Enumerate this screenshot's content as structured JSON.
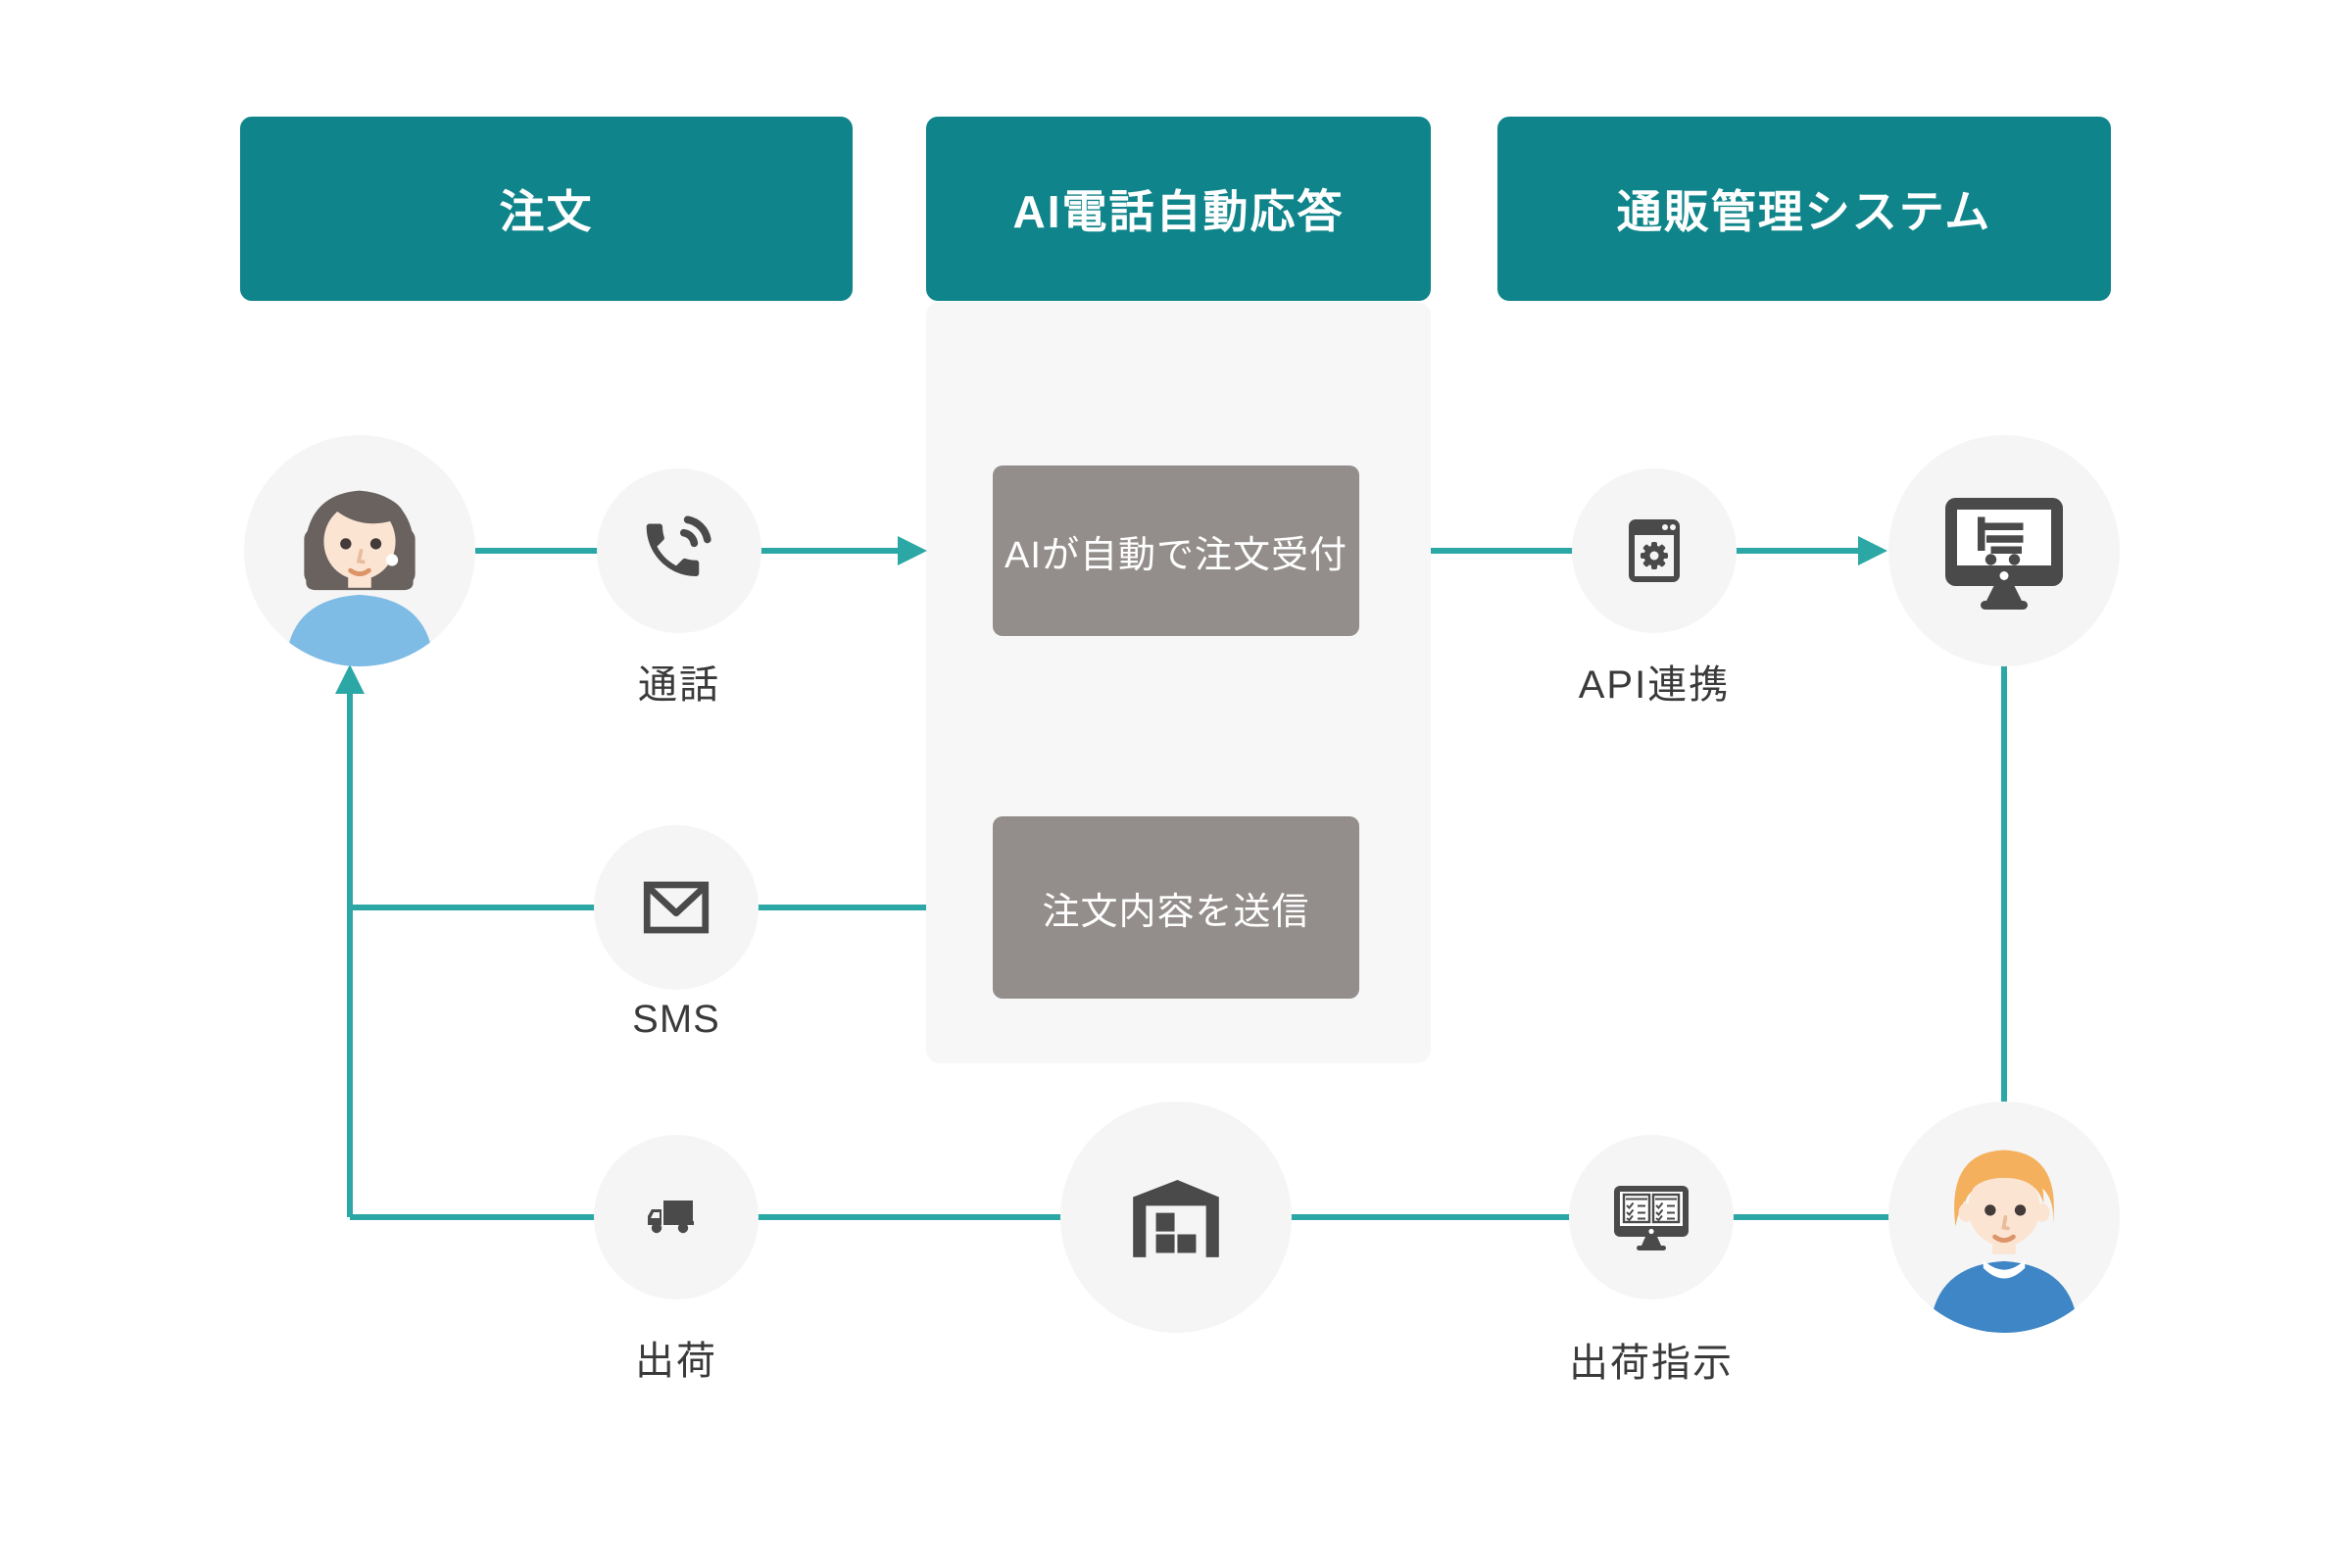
{
  "headers": [
    {
      "label": "注文"
    },
    {
      "label": "AI電話自動応答"
    },
    {
      "label": "通販管理システム"
    }
  ],
  "process_boxes": [
    {
      "label": "AIが自動で注文受付"
    },
    {
      "label": "注文内容を送信"
    }
  ],
  "labels": {
    "call": "通話",
    "api": "API連携",
    "sms": "SMS",
    "shipping": "出荷",
    "shipping_instruction": "出荷指示"
  },
  "nodes": [
    {
      "name": "customer",
      "icon": "woman-avatar-icon",
      "column": "注文"
    },
    {
      "name": "call",
      "icon": "phone-icon",
      "label": "通話"
    },
    {
      "name": "ai-order-intake",
      "label": "AIが自動で注文受付",
      "column": "AI電話自動応答"
    },
    {
      "name": "api-link",
      "icon": "browser-gear-icon",
      "label": "API連携"
    },
    {
      "name": "ec-system",
      "icon": "monitor-cart-icon",
      "column": "通販管理システム"
    },
    {
      "name": "sms",
      "icon": "envelope-icon",
      "label": "SMS"
    },
    {
      "name": "send-order-details",
      "label": "注文内容を送信",
      "column": "AI電話自動応答"
    },
    {
      "name": "shipping",
      "icon": "truck-icon",
      "label": "出荷"
    },
    {
      "name": "warehouse",
      "icon": "warehouse-icon"
    },
    {
      "name": "shipping-instruction",
      "icon": "monitor-checklist-icon",
      "label": "出荷指示"
    },
    {
      "name": "operator",
      "icon": "man-avatar-icon",
      "column": "通販管理システム"
    }
  ],
  "connections": [
    {
      "from": "customer",
      "to": "ai-order-intake",
      "via": "通話",
      "arrow": true
    },
    {
      "from": "ai-order-intake",
      "to": "ec-system",
      "via": "API連携",
      "arrow": true
    },
    {
      "from": "ec-system",
      "to": "operator",
      "arrow": false
    },
    {
      "from": "operator",
      "to": "warehouse",
      "via": "出荷指示",
      "arrow": false
    },
    {
      "from": "warehouse",
      "to": "customer",
      "via": "出荷",
      "arrow": true
    },
    {
      "from": "send-order-details",
      "to": "customer",
      "via": "SMS",
      "arrow": true
    }
  ],
  "colors": {
    "header_teal": "#0F848A",
    "connector_teal": "#2BA8A5",
    "process_box_gray": "#938E8C",
    "panel_gray": "#F7F7F7",
    "circle_gray": "#F5F5F5",
    "icon_dark": "#4A4A4A",
    "label_text": "#3A3A3A",
    "woman_shirt_blue": "#7EBCE5",
    "man_sweater_blue": "#3E86C6",
    "man_hair_orange": "#F4B05C",
    "skin": "#FBE4D2"
  }
}
